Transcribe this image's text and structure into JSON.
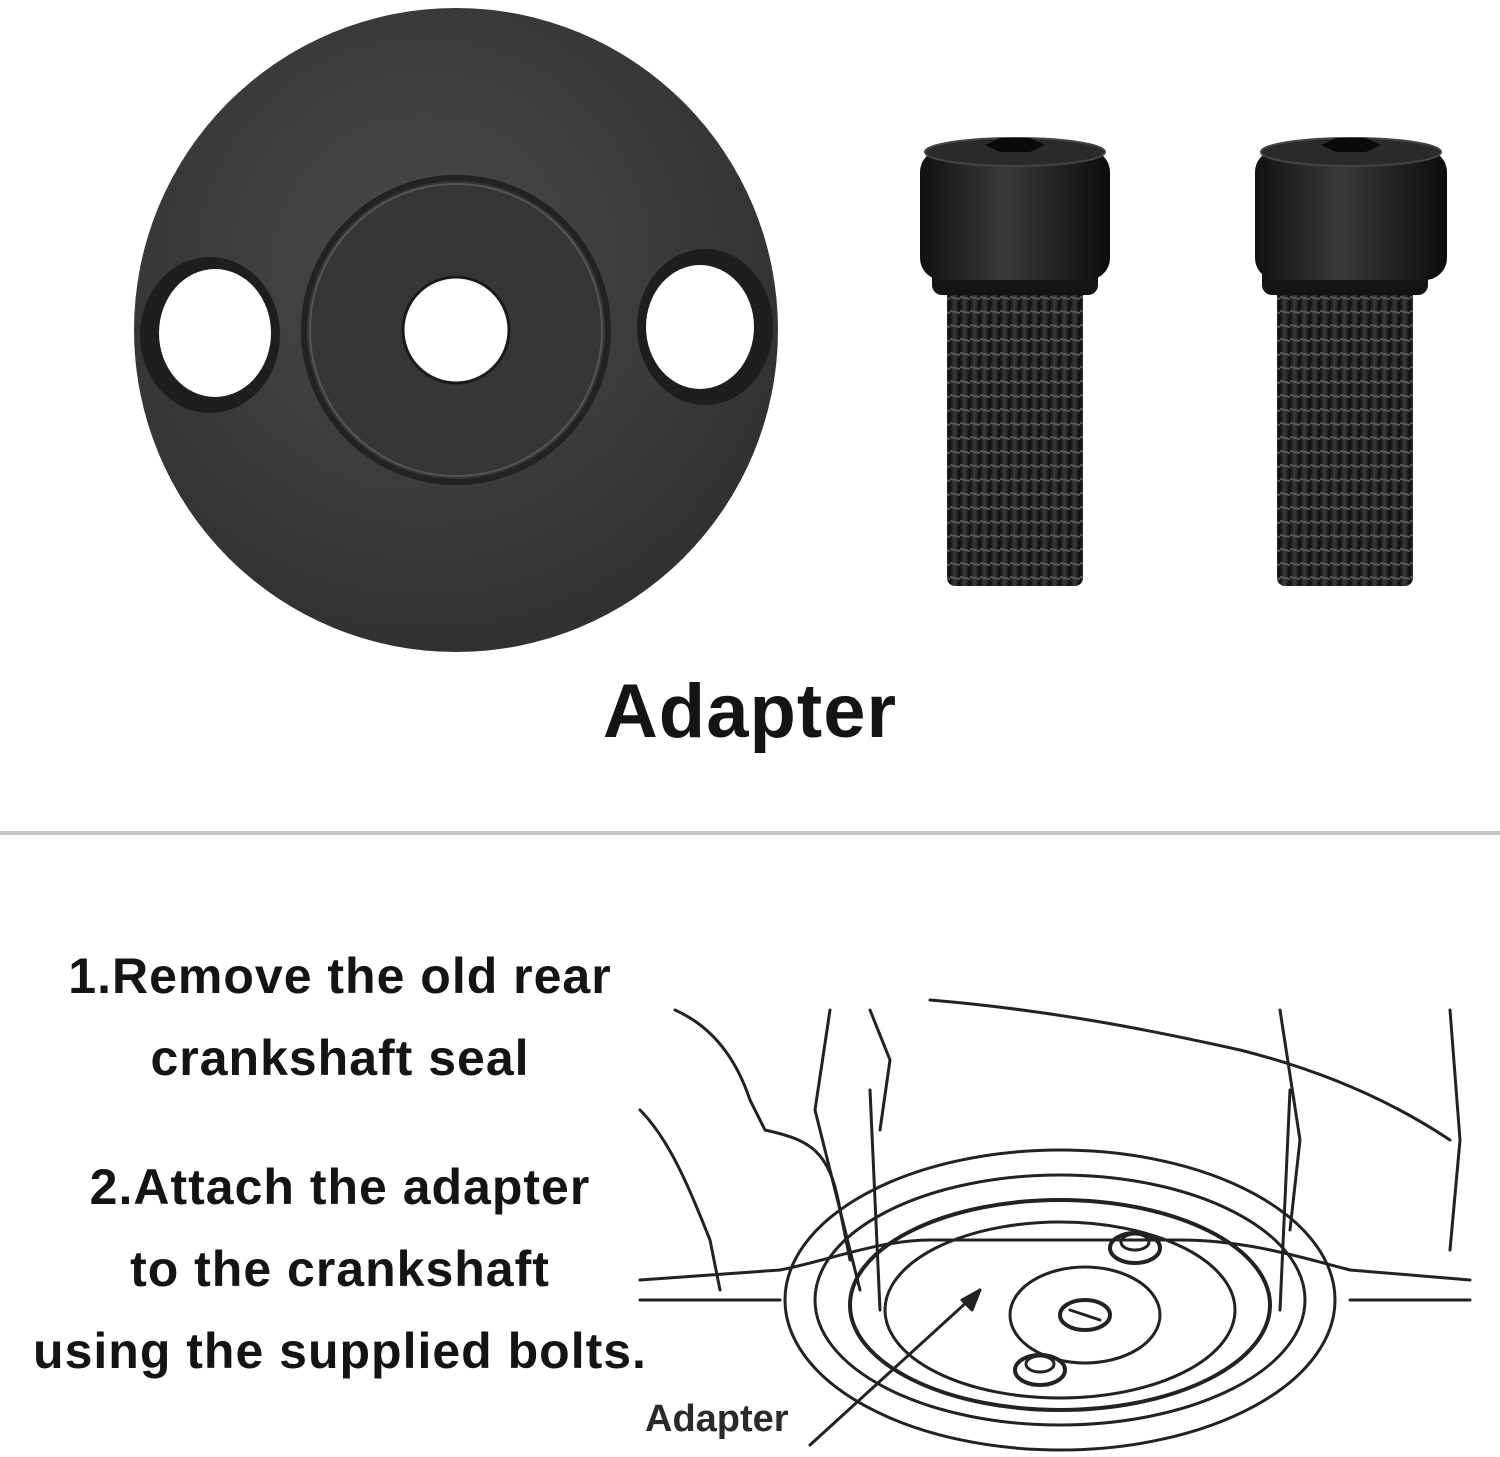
{
  "product": {
    "label": "Adapter",
    "items": [
      "adapter-plate",
      "bolt",
      "bolt"
    ]
  },
  "steps": [
    {
      "lines": [
        "1.Remove the old rear",
        "crankshaft seal"
      ]
    },
    {
      "lines": [
        "2.Attach the adapter",
        "to the crankshaft",
        "using the supplied bolts."
      ]
    }
  ],
  "diagram": {
    "callout_label": "Adapter"
  },
  "colors": {
    "plate": "#3b3b3b",
    "bolt": "#1c1c1c",
    "divider": "#c4c4c4",
    "text": "#141414"
  }
}
